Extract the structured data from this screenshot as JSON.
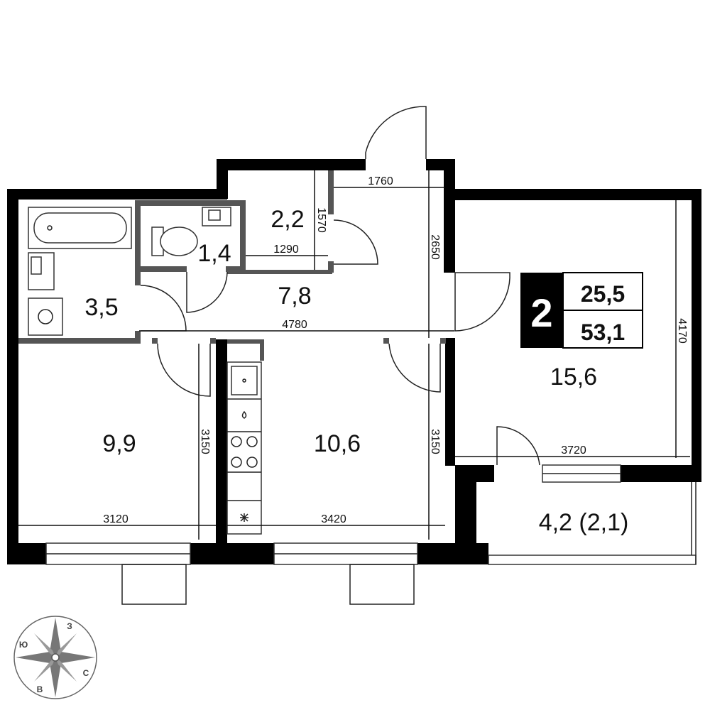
{
  "rooms": {
    "wc": "1,4",
    "hall_small": "2,2",
    "hall": "7,8",
    "bathroom": "3,5",
    "bedroom": "9,9",
    "kitchen": "10,6",
    "living": "15,6",
    "balcony": "4,2 (2,1)"
  },
  "badge": {
    "rooms_count": "2",
    "living_area": "25,5",
    "total_area": "53,1"
  },
  "dimensions": {
    "d1760": "1760",
    "d1570": "1570",
    "d1290": "1290",
    "d2650": "2650",
    "d4780": "4780",
    "d4170": "4170",
    "d3150_left": "3150",
    "d3150_right": "3150",
    "d3720": "3720",
    "d3120": "3120",
    "d3420": "3420"
  },
  "compass": {
    "north": "С",
    "south": "Ю",
    "east": "В",
    "west": "З"
  },
  "colors": {
    "walls": "#000000",
    "interior_walls": "#555555",
    "badge_bg": "#000000"
  }
}
